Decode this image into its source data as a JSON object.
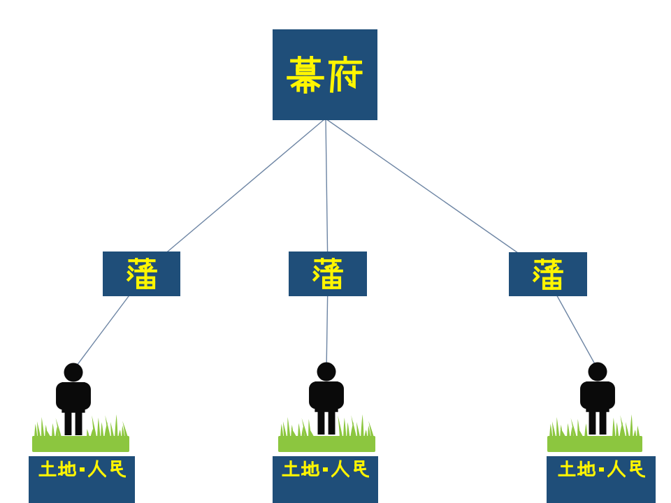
{
  "diagram": {
    "root": {
      "label": "幕府"
    },
    "mid_nodes": [
      {
        "label": "藩"
      },
      {
        "label": "藩"
      },
      {
        "label": "藩"
      }
    ],
    "ground_nodes": [
      {
        "label": "土地·人民"
      },
      {
        "label": "土地·人民"
      },
      {
        "label": "土地·人民"
      }
    ]
  },
  "icons": {
    "person": "standing-person-silhouette",
    "grass": "grass-tuft"
  },
  "colors": {
    "node_fill": "#1F4E79",
    "node_text": "#FFF500",
    "grass": "#8CC63F",
    "connector": "#6C84A3",
    "person": "#0A0A0A",
    "background": "#FFFFFF"
  }
}
